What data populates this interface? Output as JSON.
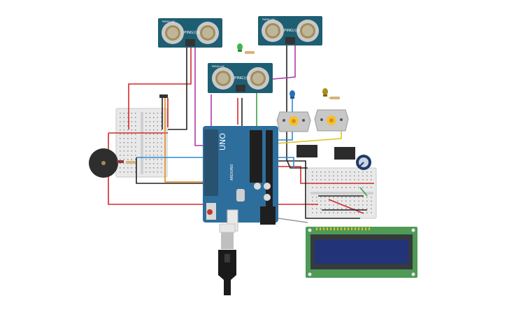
{
  "sensors": [
    {
      "model": "PING))))",
      "tag": "PARALLAX"
    },
    {
      "model": "PING))))",
      "tag": "PARALLAX"
    },
    {
      "model": "PING))))",
      "tag": "PARALLAX"
    }
  ],
  "arduino": {
    "brand": "ARDUINO",
    "model": "UNO"
  },
  "colors": {
    "board_blue": "#2e6e9c",
    "sensor_teal": "#1e5e73",
    "lcd_green": "#4f9a56",
    "lcd_screen": "#223477",
    "breadboard": "#e9e9e9",
    "wire_red": "#d42a2a",
    "wire_black": "#222222",
    "wire_magenta": "#b13aa3",
    "wire_green": "#3aa24a",
    "wire_orange": "#e08a1e",
    "wire_blue": "#2a8ad4",
    "wire_yellow": "#e0c21e"
  },
  "icons": [
    "buzzer-icon",
    "potentiometer-icon",
    "led-icon",
    "usb-cable-icon"
  ]
}
